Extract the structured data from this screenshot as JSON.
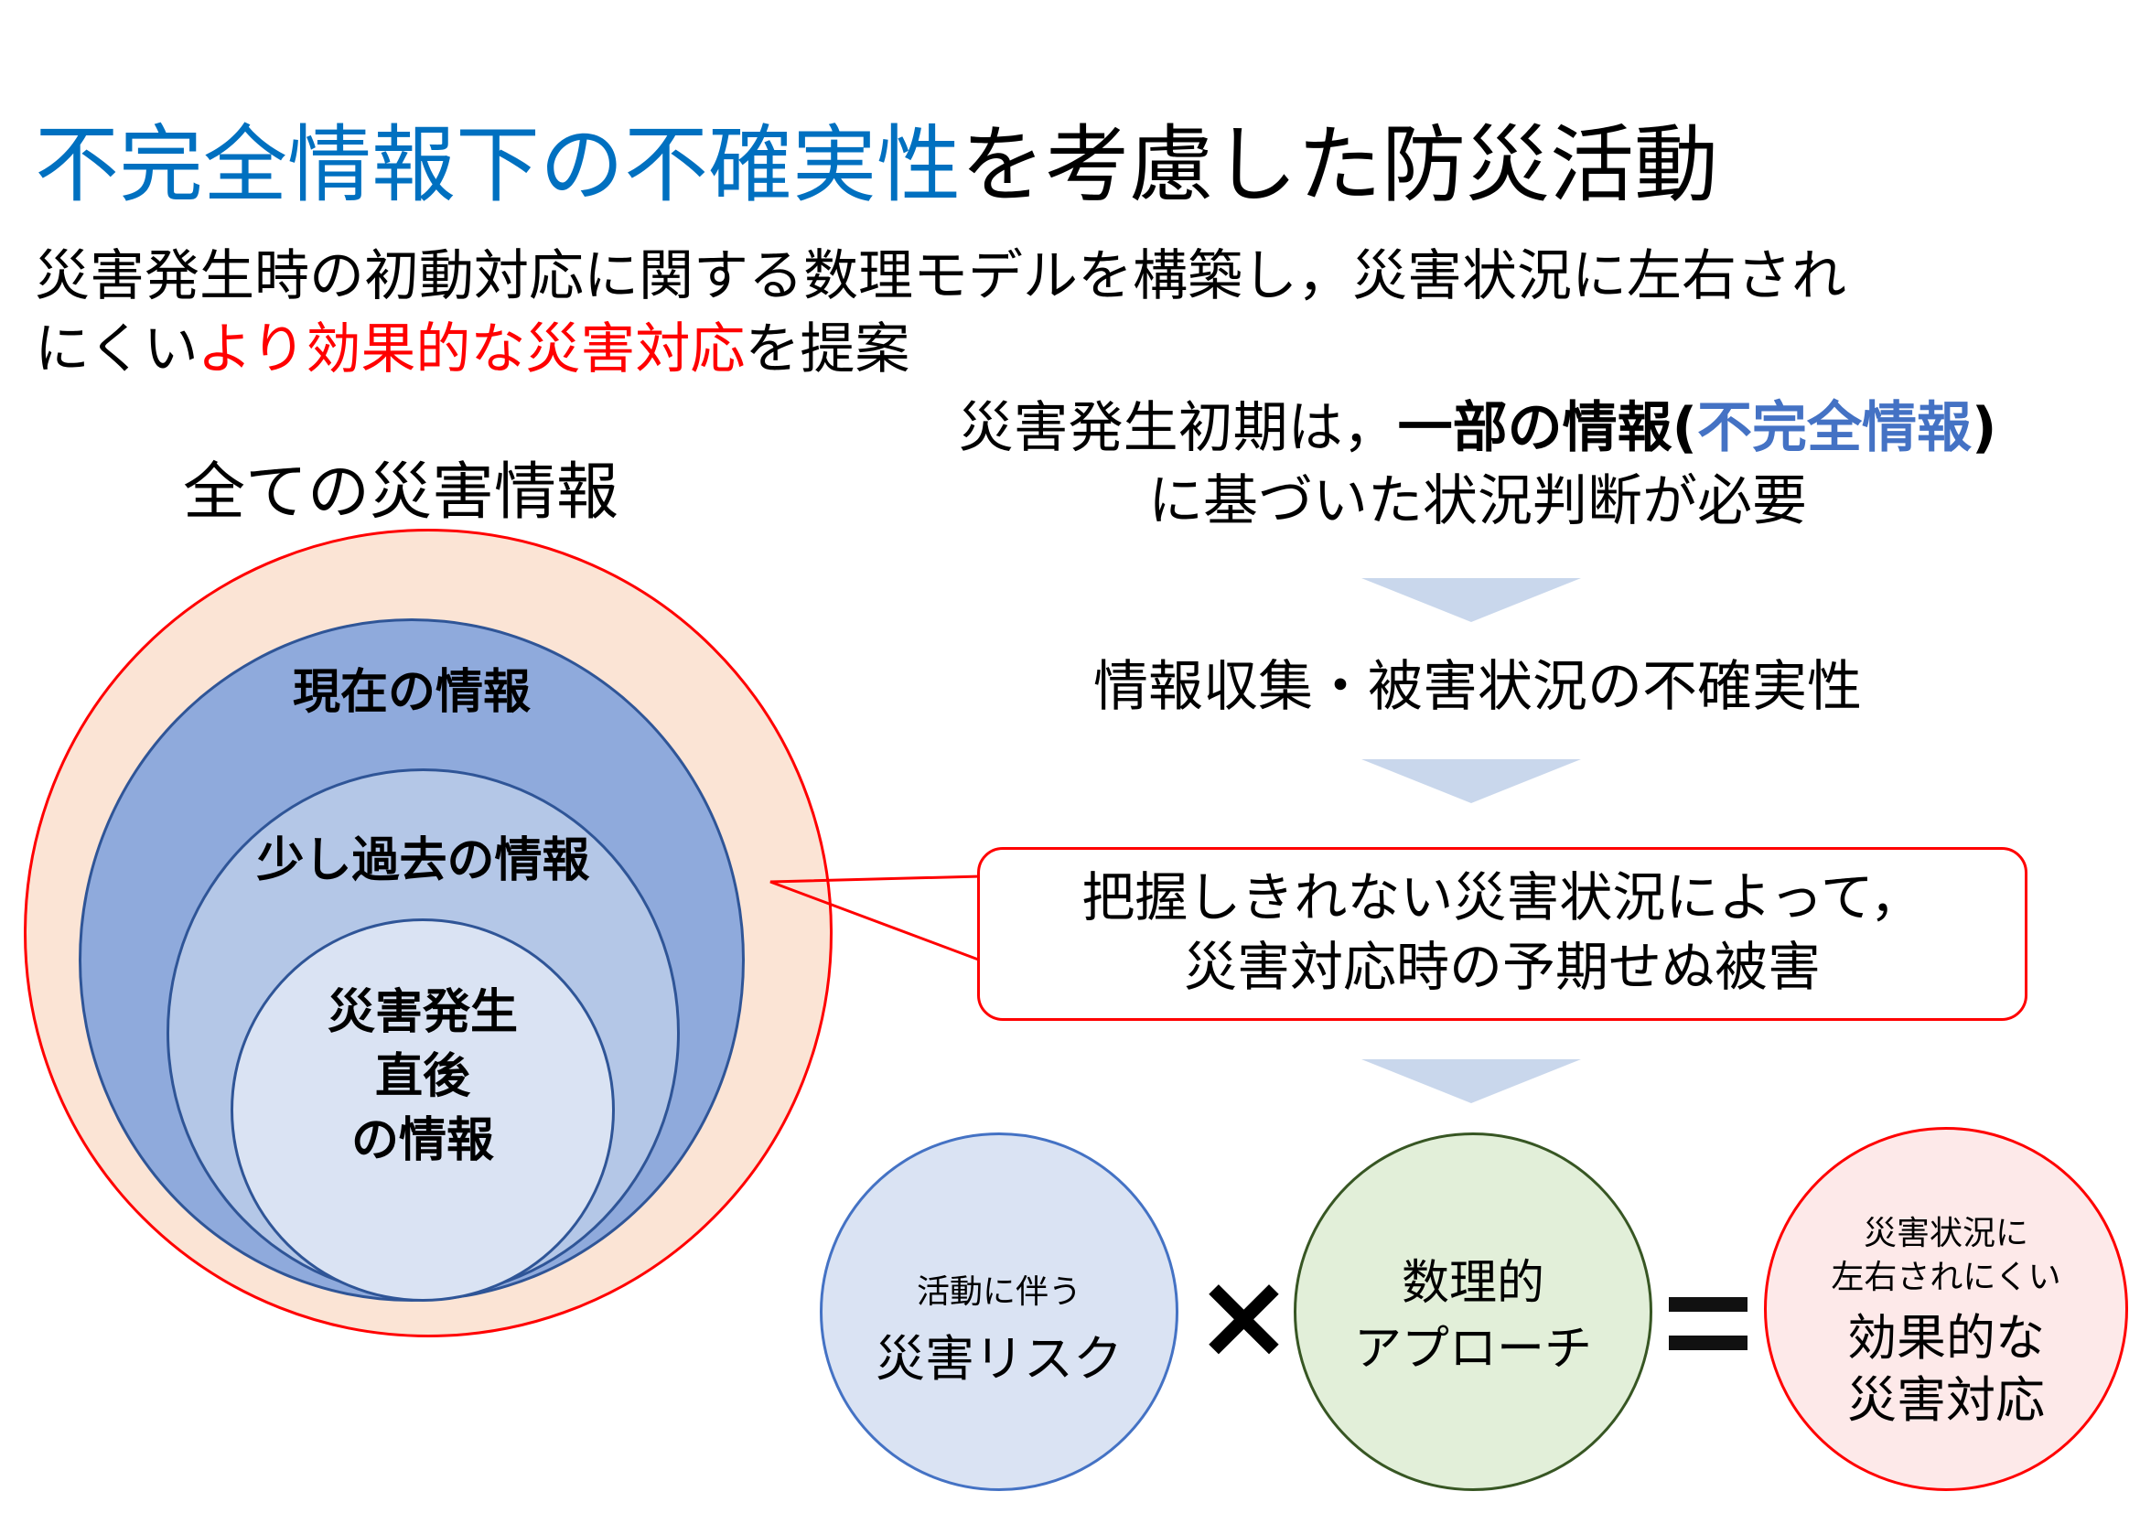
{
  "title": {
    "highlight": "不完全情報下の不確実性",
    "rest": "を考慮した防災活動"
  },
  "subtitle": {
    "part1": "災害発生時の初動対応に関する数理モデルを構築し，災害状況に左右され",
    "part2": "にくい",
    "highlight": "より効果的な災害対応",
    "part3": "を提案"
  },
  "diagram": {
    "all_label": "全ての災害情報",
    "current": "現在の情報",
    "past": "少し過去の情報",
    "immediate": [
      "災害発生",
      "直後",
      "の情報"
    ]
  },
  "flow": {
    "line1_a": "災害発生初期は，",
    "line1_b": "一部の情報(",
    "line1_blue": "不完全情報",
    "line1_c": ")",
    "line2": "に基づいた状況判断が必要",
    "uncertainty": "情報収集・被害状況の不確実性",
    "callout_line1": "把握しきれない災害状況によって，",
    "callout_line2": "災害対応時の予期せぬ被害"
  },
  "equation": {
    "risk_small": "活動に伴う",
    "risk_big": "災害リスク",
    "times": "×",
    "math_line1": "数理的",
    "math_line2": "アプローチ",
    "effect_small1": "災害状況に",
    "effect_small2": "左右されにくい",
    "effect_big1": "効果的な",
    "effect_big2": "災害対応"
  },
  "colors": {
    "blue": "#0070c0",
    "red": "#ff0000",
    "arrow": "#c9d7ec"
  }
}
